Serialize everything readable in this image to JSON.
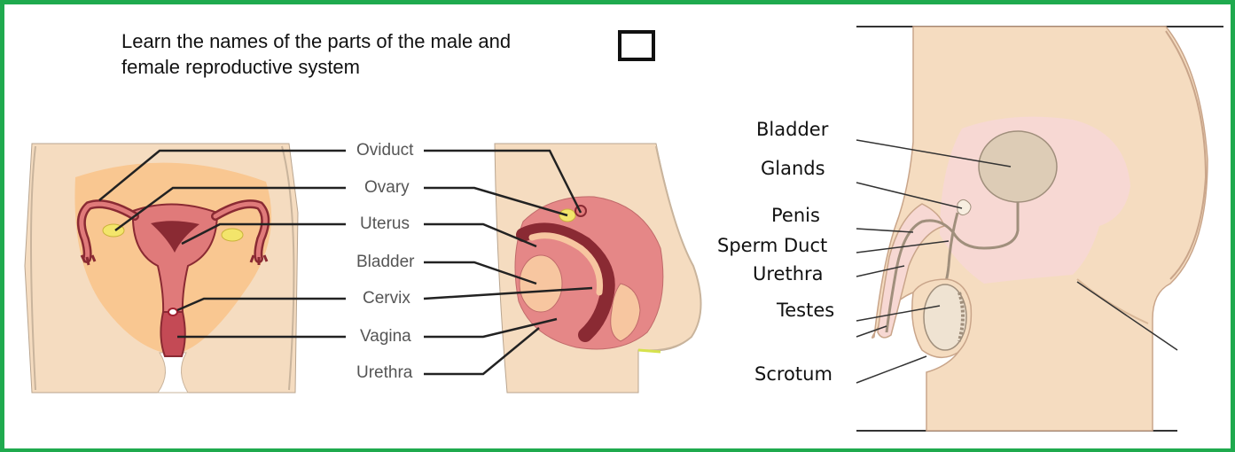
{
  "instruction": {
    "line1": "Learn the names of the parts of the male and",
    "line2": "female reproductive system"
  },
  "female_labels": {
    "oviduct": "Oviduct",
    "ovary": "Ovary",
    "uterus": "Uterus",
    "bladder": "Bladder",
    "cervix": "Cervix",
    "vagina": "Vagina",
    "urethra": "Urethra"
  },
  "male_labels": {
    "bladder": "Bladder",
    "glands": "Glands",
    "penis": "Penis",
    "sperm_duct": "Sperm Duct",
    "urethra": "Urethra",
    "testes": "Testes",
    "scrotum": "Scrotum"
  },
  "colors": {
    "frame": "#1faa4e",
    "skin": "#f5dcc0",
    "skin_dark": "#f2c79b",
    "pelvis_glow": "#f9c791",
    "organ": "#e07a7a",
    "organ_dark": "#8a2a33",
    "organ_light": "#f0a7a2",
    "gland_yellow": "#f3e56b",
    "male_pink": "#f7d8d3",
    "male_bladder": "#ddccb6"
  }
}
